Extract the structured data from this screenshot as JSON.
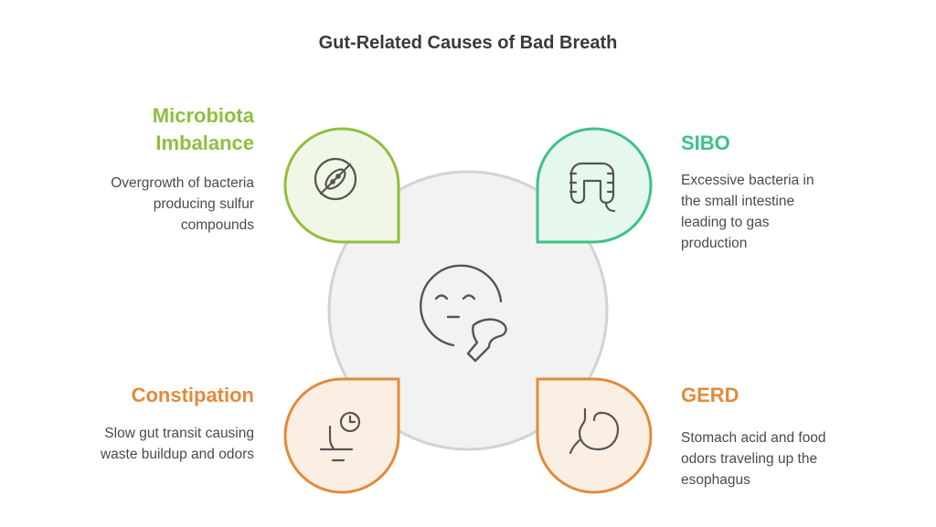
{
  "title": "Gut-Related Causes of Bad Breath",
  "colors": {
    "microbiota": "#8fbf3f",
    "sibo": "#3cc287",
    "orange": "#e28a3c",
    "center_fill": "#f2f2f2",
    "center_stroke": "#d3d3d3"
  },
  "center": {
    "icon": "breath-face-icon"
  },
  "items": [
    {
      "name": "microbiota-imbalance",
      "title_line1": "Microbiota",
      "title_line2": "Imbalance",
      "desc_lines": [
        "Overgrowth of bacteria",
        "producing sulfur",
        "compounds"
      ],
      "icon": "bacteria-icon"
    },
    {
      "name": "sibo",
      "title_line1": "SIBO",
      "desc_lines": [
        "Excessive bacteria in",
        "the small intestine",
        "leading to gas",
        "production"
      ],
      "icon": "intestine-icon"
    },
    {
      "name": "constipation",
      "title_line1": "Constipation",
      "desc_lines": [
        "Slow gut transit causing",
        "waste buildup and odors"
      ],
      "icon": "toilet-clock-icon"
    },
    {
      "name": "gerd",
      "title_line1": "GERD",
      "desc_lines": [
        "Stomach acid and food",
        "odors traveling up the",
        "esophagus"
      ],
      "icon": "stomach-icon"
    }
  ]
}
